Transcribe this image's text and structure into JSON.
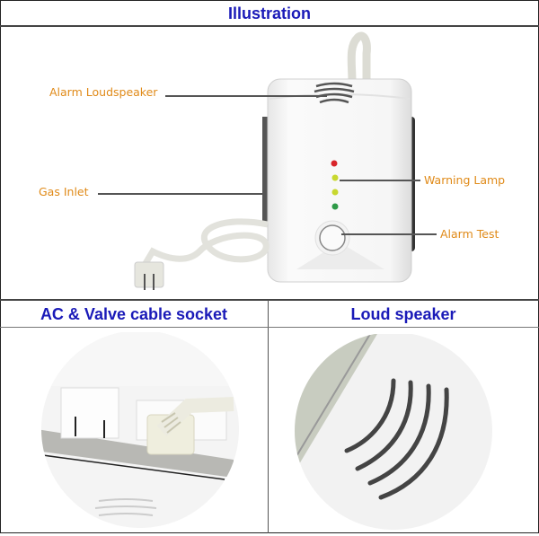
{
  "header": {
    "title": "Illustration"
  },
  "illustration": {
    "callouts": [
      {
        "label": "Alarm Loudspeaker",
        "side": "left"
      },
      {
        "label": "Gas Inlet",
        "side": "left"
      },
      {
        "label": "Warning Lamp",
        "side": "right"
      },
      {
        "label": "Alarm Test",
        "side": "right"
      }
    ],
    "leds": [
      {
        "color": "#d8252a"
      },
      {
        "color": "#c8d830"
      },
      {
        "color": "#c8d830"
      },
      {
        "color": "#2e9a48"
      }
    ]
  },
  "details": [
    {
      "title": "AC & Valve cable socket"
    },
    {
      "title": "Loud speaker"
    }
  ],
  "colors": {
    "heading": "#1a1ab8",
    "callout": "#e08a18",
    "border": "#444444"
  }
}
